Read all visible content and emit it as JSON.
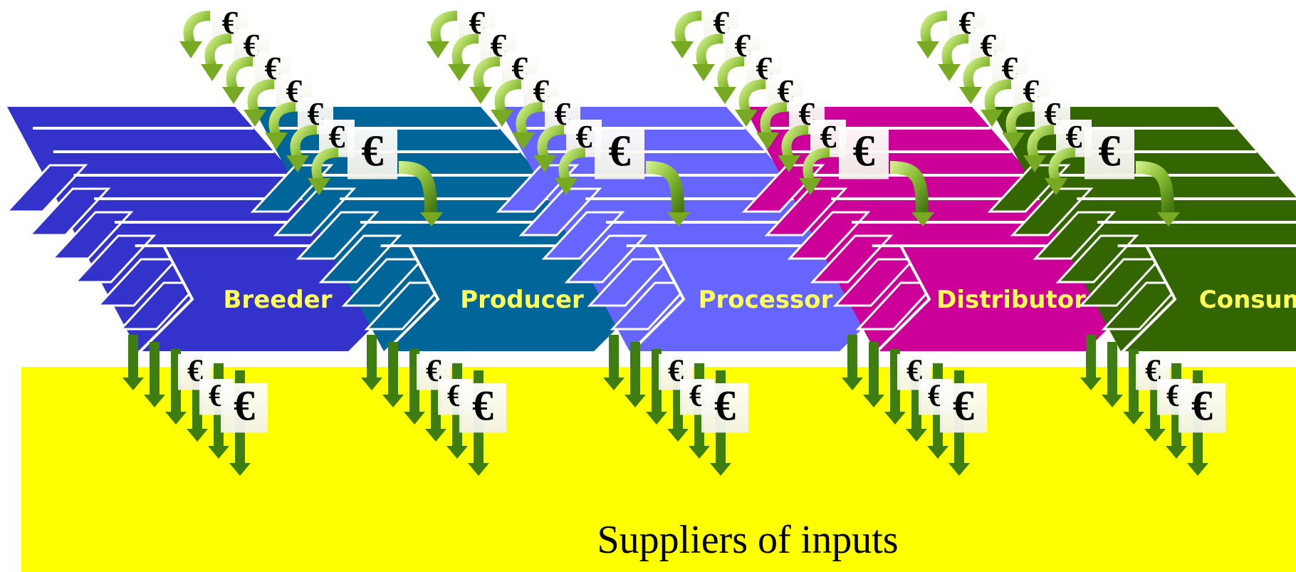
{
  "stages": [
    {
      "label": "Breeder",
      "color": "#3333cc"
    },
    {
      "label": "Producer",
      "color": "#006699"
    },
    {
      "label": "Processor",
      "color": "#6666ff"
    },
    {
      "label": "Distributor",
      "color": "#cc0099"
    },
    {
      "label": "Consum",
      "color": "#336600"
    }
  ],
  "suppliers": {
    "label": "Suppliers of inputs",
    "color": "#ffff00"
  },
  "currency_symbol": "€",
  "colors": {
    "stage_label": "#ffff55",
    "money_arrow": "#77aa22",
    "money_arrow_light": "#aade55",
    "down_arrow": "#3e7d12",
    "stripe": "#ffffff"
  }
}
